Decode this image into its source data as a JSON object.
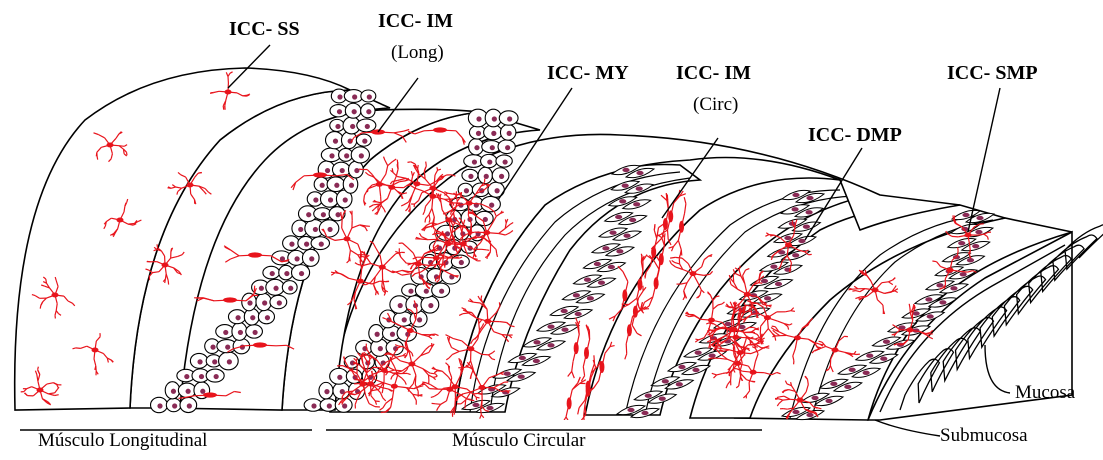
{
  "labels": {
    "icc_ss": "ICC- SS",
    "icc_im_long": "ICC- IM",
    "icc_im_long_sub": "(Long)",
    "icc_my": "ICC- MY",
    "icc_im_circ": "ICC- IM",
    "icc_im_circ_sub": "(Circ)",
    "icc_dmp": "ICC- DMP",
    "icc_smp": "ICC- SMP",
    "mucosa": "Mucosa",
    "submucosa": "Submucosa",
    "musculo_longitudinal": "Músculo Longitudinal",
    "musculo_circular": "Músculo Circular"
  },
  "colors": {
    "icc_cells": "#e8141c",
    "nuclei": "#8a2a55",
    "outline": "#000000"
  }
}
